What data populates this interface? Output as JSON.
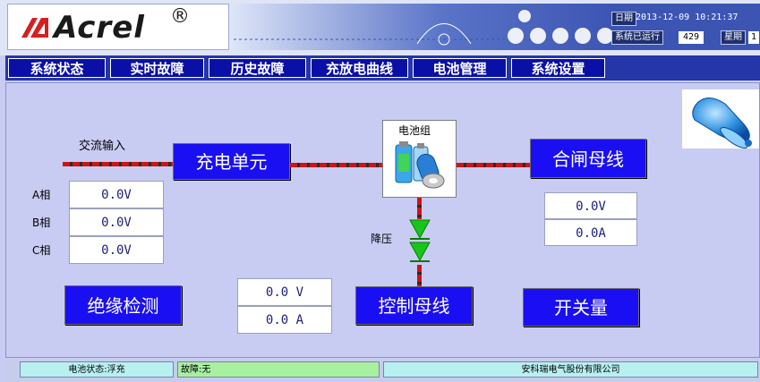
{
  "header": {
    "logo_text": "Acrel",
    "logo_reg": "®",
    "date_label": "日期",
    "date_value": "2013-12-09 10:21:37",
    "runtime_label": "系统已运行",
    "runtime_value": "429",
    "weekday_label": "星期",
    "weekday_value": "1"
  },
  "nav": {
    "tabs": [
      {
        "label": "系统状态"
      },
      {
        "label": "实时故障"
      },
      {
        "label": "历史故障"
      },
      {
        "label": "充放电曲线"
      },
      {
        "label": "电池管理"
      },
      {
        "label": "系统设置"
      }
    ]
  },
  "diagram": {
    "ac_input_label": "交流输入",
    "phases": [
      {
        "label": "A相",
        "value": "0.0V"
      },
      {
        "label": "B相",
        "value": "0.0V"
      },
      {
        "label": "C相",
        "value": "0.0V"
      }
    ],
    "charge_unit_label": "充电单元",
    "battery_group_label": "电池组",
    "closing_bus_label": "合闸母线",
    "closing_bus_voltage": "0.0V",
    "closing_bus_current": "0.0A",
    "step_down_label": "降压",
    "insulation_label": "绝缘检测",
    "control_bus_label": "控制母线",
    "control_bus_voltage": "0.0 V",
    "control_bus_current": "0.0 A",
    "switch_label": "开关量"
  },
  "status": {
    "battery_state": "电池状态:浮充",
    "fault": "故障:无",
    "company": "安科瑞电气股份有限公司"
  },
  "colors": {
    "nav_tab": "#0a0fa6",
    "button": "#1a0ff2",
    "background": "#c8ccf2",
    "status_green": "#a8f0a0",
    "status_cyan": "#b8f0f0"
  }
}
